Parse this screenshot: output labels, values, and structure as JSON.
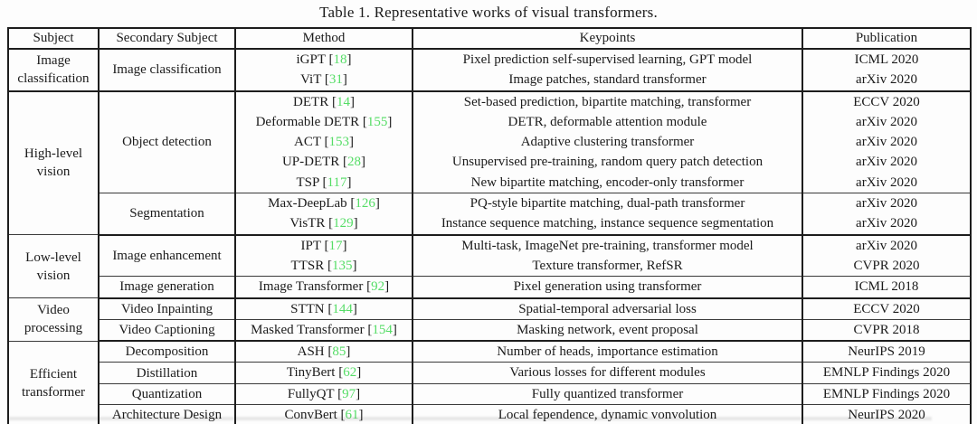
{
  "title": "Table 1. Representative works of visual transformers.",
  "columns": [
    "Subject",
    "Secondary Subject",
    "Method",
    "Keypoints",
    "Publication"
  ],
  "colors": {
    "citation_green": "#55dd66",
    "rule": "#1d1d1d",
    "text": "#1b1b1b"
  },
  "sections": [
    {
      "subject": "Image classification",
      "groups": [
        {
          "secondary": "Image classification",
          "entries": [
            {
              "method": "iGPT",
              "cite": "18",
              "keypoints": "Pixel prediction self-supervised learning, GPT model",
              "publication": "ICML 2020"
            },
            {
              "method": "ViT",
              "cite": "31",
              "keypoints": "Image patches, standard transformer",
              "publication": "arXiv 2020"
            }
          ]
        }
      ]
    },
    {
      "subject": "High-level vision",
      "groups": [
        {
          "secondary": "Object detection",
          "entries": [
            {
              "method": "DETR",
              "cite": "14",
              "keypoints": "Set-based prediction, bipartite matching, transformer",
              "publication": "ECCV 2020"
            },
            {
              "method": "Deformable DETR",
              "cite": "155",
              "keypoints": "DETR, deformable attention module",
              "publication": "arXiv 2020"
            },
            {
              "method": "ACT",
              "cite": "153",
              "keypoints": "Adaptive clustering transformer",
              "publication": "arXiv 2020"
            },
            {
              "method": "UP-DETR",
              "cite": "28",
              "keypoints": "Unsupervised pre-training, random query patch detection",
              "publication": "arXiv 2020"
            },
            {
              "method": "TSP",
              "cite": "117",
              "keypoints": "New bipartite matching, encoder-only transformer",
              "publication": "arXiv 2020"
            }
          ]
        },
        {
          "secondary": "Segmentation",
          "entries": [
            {
              "method": "Max-DeepLab",
              "cite": "126",
              "keypoints": "PQ-style bipartite matching, dual-path transformer",
              "publication": "arXiv 2020"
            },
            {
              "method": "VisTR",
              "cite": "129",
              "keypoints": "Instance sequence matching, instance sequence segmentation",
              "publication": "arXiv 2020"
            }
          ]
        }
      ]
    },
    {
      "subject": "Low-level vision",
      "groups": [
        {
          "secondary": "Image enhancement",
          "entries": [
            {
              "method": "IPT",
              "cite": "17",
              "keypoints": "Multi-task, ImageNet pre-training, transformer model",
              "publication": "arXiv 2020"
            },
            {
              "method": "TTSR",
              "cite": "135",
              "keypoints": "Texture transformer, RefSR",
              "publication": "CVPR 2020"
            }
          ]
        },
        {
          "secondary": "Image generation",
          "entries": [
            {
              "method": "Image Transformer",
              "cite": "92",
              "keypoints": "Pixel generation using transformer",
              "publication": "ICML 2018"
            }
          ]
        }
      ]
    },
    {
      "subject": "Video processing",
      "groups": [
        {
          "secondary": "Video Inpainting",
          "entries": [
            {
              "method": "STTN",
              "cite": "144",
              "keypoints": "Spatial-temporal adversarial loss",
              "publication": "ECCV 2020"
            }
          ]
        },
        {
          "secondary": "Video Captioning",
          "entries": [
            {
              "method": "Masked Transformer",
              "cite": "154",
              "keypoints": "Masking network, event proposal",
              "publication": "CVPR 2018"
            }
          ]
        }
      ]
    },
    {
      "subject": "Efficient transformer",
      "groups": [
        {
          "secondary": "Decomposition",
          "entries": [
            {
              "method": "ASH",
              "cite": "85",
              "keypoints": "Number of heads, importance estimation",
              "publication": "NeurIPS 2019"
            }
          ]
        },
        {
          "secondary": "Distillation",
          "entries": [
            {
              "method": "TinyBert",
              "cite": "62",
              "keypoints": "Various losses for different modules",
              "publication": "EMNLP Findings 2020"
            }
          ]
        },
        {
          "secondary": "Quantization",
          "entries": [
            {
              "method": "FullyQT",
              "cite": "97",
              "keypoints": "Fully quantized transformer",
              "publication": "EMNLP Findings 2020"
            }
          ]
        },
        {
          "secondary": "Architecture Design",
          "entries": [
            {
              "method": "ConvBert",
              "cite": "61",
              "keypoints": "Local fependence, dynamic vonvolution",
              "publication": "NeurIPS 2020"
            }
          ]
        }
      ]
    }
  ]
}
